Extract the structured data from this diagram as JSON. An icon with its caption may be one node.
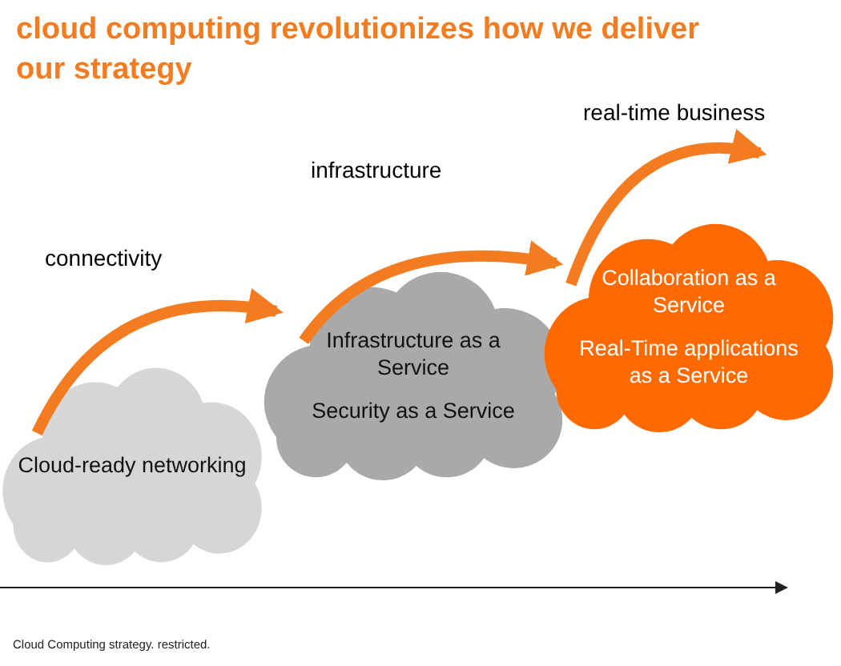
{
  "diagram": {
    "title": "cloud computing revolutionizes how we deliver our strategy",
    "nodes": [
      {
        "text": [
          "Cloud-ready networking"
        ]
      },
      {
        "text": [
          "Infrastructure as a Service",
          "Security as a Service"
        ]
      },
      {
        "text": [
          "Collaboration as a Service",
          "Real-Time applications as a Service"
        ]
      }
    ],
    "edges": [
      {
        "from": 0,
        "to": 1,
        "arrow": "to",
        "label": "connectivity"
      },
      {
        "from": 1,
        "to": 2,
        "arrow": "to",
        "label": "infrastructure"
      },
      {
        "from": 2,
        "to": null,
        "arrow": "to",
        "label": "real-time business"
      }
    ],
    "caption": "Cloud Computing strategy. restricted."
  }
}
